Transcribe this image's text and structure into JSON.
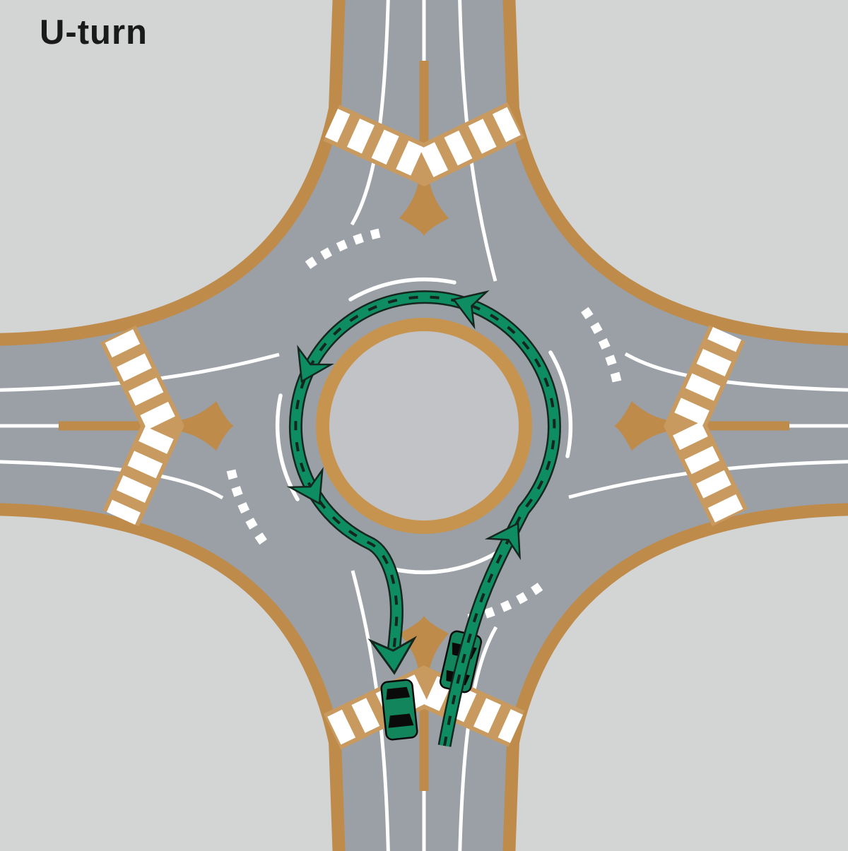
{
  "title": "U-turn",
  "diagram": {
    "kind": "roundabout-maneuver-diagram",
    "maneuver": "U-turn",
    "circulation": "counterclockwise",
    "approaches": [
      "north",
      "east",
      "south",
      "west"
    ],
    "route_arrowhead_count": 5,
    "car_count": 2,
    "cars": [
      {
        "name": "entering-car",
        "position": "south approach entry lane"
      },
      {
        "name": "exiting-car",
        "position": "south approach exit lane on crosswalk"
      }
    ]
  },
  "colors": {
    "background": "#d3d4d4",
    "road": "#9aa0a5",
    "edge": "#bf8b4b",
    "ring": "#c79450",
    "island": "#c2c3c6",
    "crosswalk": "#c89a5f",
    "marking": "#ffffff",
    "route": "#0e8d63",
    "routeEdge": "#14261d",
    "car": "#13855c",
    "carDetail": "#0a0a0a",
    "title": "#1a1a1a"
  }
}
